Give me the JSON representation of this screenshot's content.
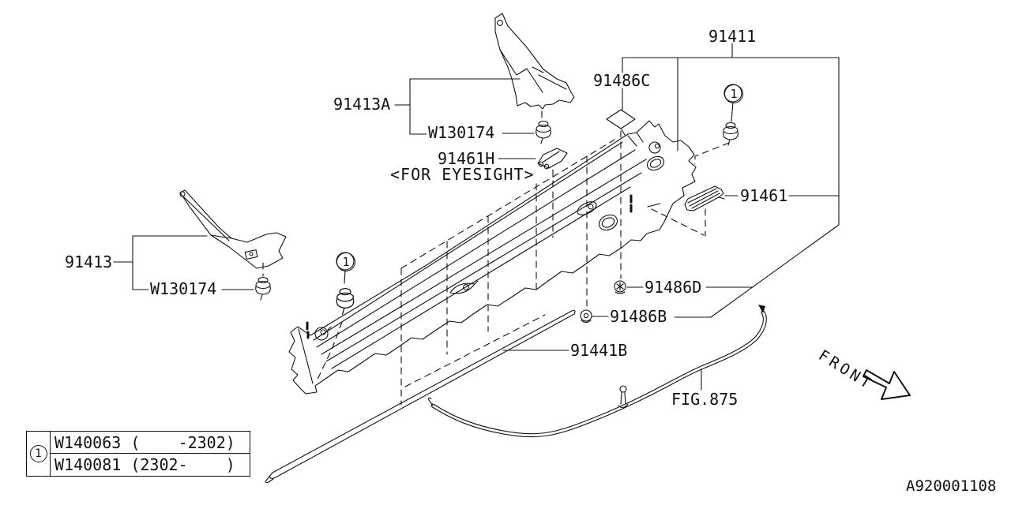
{
  "figure": {
    "drawing_code": "A920001108",
    "fig_ref": "FIG.875",
    "front_label": "FRONT",
    "eyesight_note": "<FOR EYESIGHT>",
    "callout_symbol": "1",
    "parts": {
      "p91411": "91411",
      "p91486C": "91486C",
      "p91413A": "91413A",
      "w130174": "W130174",
      "p91461H": "91461H",
      "p91461": "91461",
      "p91413": "91413",
      "p91486D": "91486D",
      "p91486B": "91486B",
      "p91441B": "91441B"
    },
    "fastener_table": {
      "rows": [
        {
          "part": "W140063",
          "range": "(    -2302)"
        },
        {
          "part": "W140081",
          "range": "(2302-    )"
        }
      ]
    }
  }
}
